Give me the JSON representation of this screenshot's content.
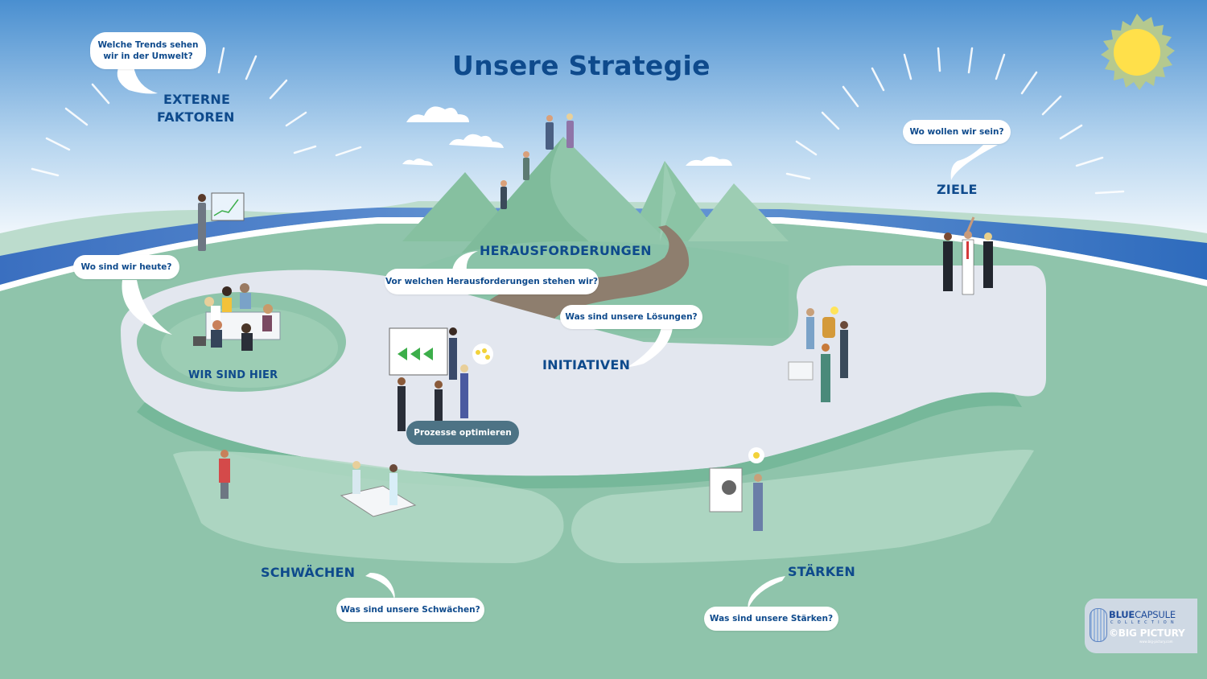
{
  "title": "Unsere Strategie",
  "colors": {
    "title_blue": "#0e4a8c",
    "sky_top": "#4a8fd0",
    "sky_bottom": "#ffffff",
    "land_green": "#8fc4ab",
    "path_gray": "#e3e7ef",
    "river_blue": "#3a78c4",
    "sun_yellow": "#ffe04a",
    "pill_slate": "#4d7385"
  },
  "sections": {
    "externe_faktoren": {
      "label_line1": "EXTERNE",
      "label_line2": "FAKTOREN",
      "question_line1": "Welche Trends sehen",
      "question_line2": "wir in der Umwelt?"
    },
    "ziele": {
      "label": "ZIELE",
      "question": "Wo wollen wir sein?"
    },
    "herausforderungen": {
      "label": "HERAUSFORDERUNGEN",
      "question": "Vor welchen Herausforderungen stehen wir?"
    },
    "initiativen": {
      "label": "INITIATIVEN",
      "question": "Was sind unsere Lösungen?",
      "action": "Prozesse optimieren"
    },
    "wir_sind_hier": {
      "label": "WIR SIND HIER",
      "question": "Wo sind wir heute?"
    },
    "schwaechen": {
      "label": "SCHWÄCHEN",
      "question": "Was sind unsere Schwächen?"
    },
    "staerken": {
      "label": "STÄRKEN",
      "question": "Was sind unsere Stärken?"
    }
  },
  "logo": {
    "brand_bold": "BLUE",
    "brand_light": "CAPSULE",
    "collection": "COLLECTION",
    "publisher": "©BIG PICTURY",
    "url": "www.big-pictury.com"
  },
  "icons": [
    "sun-icon",
    "cloud-icon",
    "mountain-icon",
    "river-icon",
    "people-illustration"
  ]
}
